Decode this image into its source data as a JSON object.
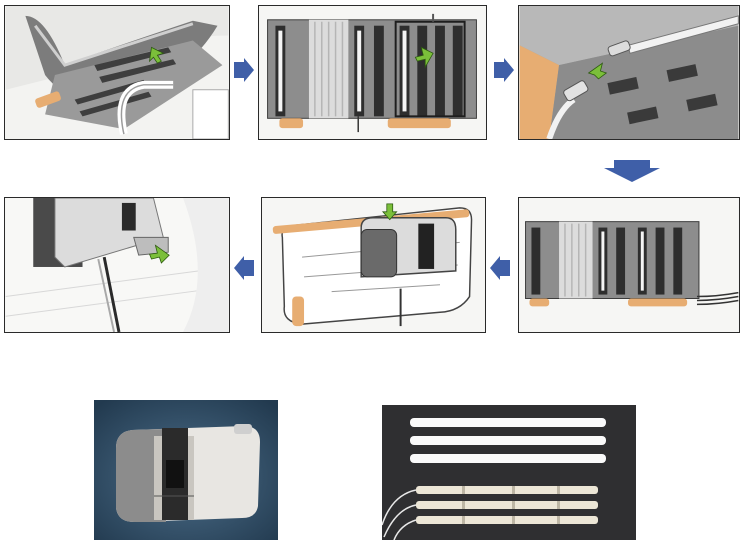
{
  "figure": {
    "steps": [
      {
        "id": 1,
        "icon": "bed-frame-install-icon"
      },
      {
        "id": 2,
        "icon": "lamp-board-icon"
      },
      {
        "id": 3,
        "icon": "cable-connector-icon"
      },
      {
        "id": 4,
        "icon": "lamp-board-cabled-icon"
      },
      {
        "id": 5,
        "icon": "control-unit-mount-icon"
      },
      {
        "id": 6,
        "icon": "control-unit-detail-icon"
      }
    ],
    "flow_arrows": [
      {
        "icon": "arrow-right-icon"
      },
      {
        "icon": "arrow-right-icon"
      },
      {
        "icon": "arrow-down-icon"
      },
      {
        "icon": "arrow-left-icon"
      },
      {
        "icon": "arrow-left-icon"
      }
    ],
    "colors": {
      "arrow": "#3f5fa8",
      "highlight_arrow": "#7bbf3a",
      "wood": "#e7ad72",
      "frame_gray": "#8a8a8a",
      "dark_gray": "#4a4a4a"
    },
    "photos": [
      {
        "id": "device-photo",
        "icon": "control-unit-photo-icon"
      },
      {
        "id": "lamps-photo",
        "icon": "uv-lamps-photo-icon"
      }
    ]
  }
}
